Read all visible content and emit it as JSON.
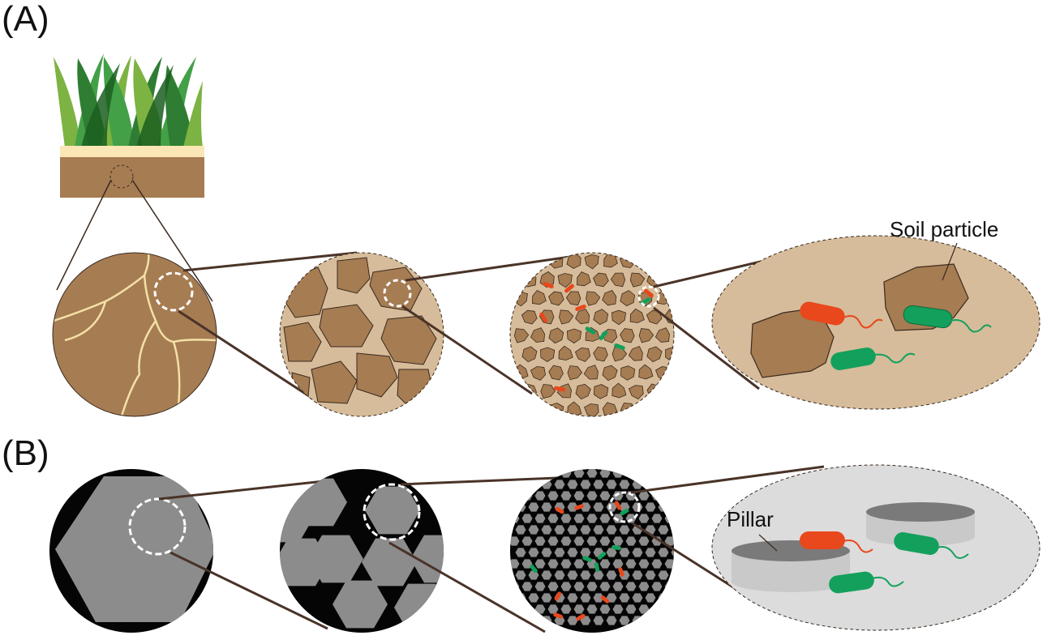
{
  "panels": {
    "a_label": "(A)",
    "b_label": "(B)"
  },
  "annotations": {
    "soil_particle": "Soil particle",
    "pillar": "Pillar"
  },
  "colors": {
    "grass_dark": "#2e7d32",
    "grass_mid": "#43a047",
    "grass_light": "#7cb342",
    "soil_brown": "#a67c52",
    "soil_light": "#d9bf9e",
    "topsoil_cream": "#fbe7b5",
    "crack_cream": "#f3e0a6",
    "pore_tan": "#d6bc9a",
    "bacteria_red": "#e8481c",
    "bacteria_green": "#13a05c",
    "chip_black": "#050505",
    "pillar_gray": "#8c8c8c",
    "pillar_top": "#7a7a7a",
    "pillar_side": "#c9c9c9",
    "chamber_gray": "#dcdcdc",
    "connector": "#4a3328"
  },
  "icons": [
    "grass-icon",
    "bacterium-icon",
    "pillar-icon",
    "soil-particle-icon",
    "zoom-circle-icon"
  ]
}
